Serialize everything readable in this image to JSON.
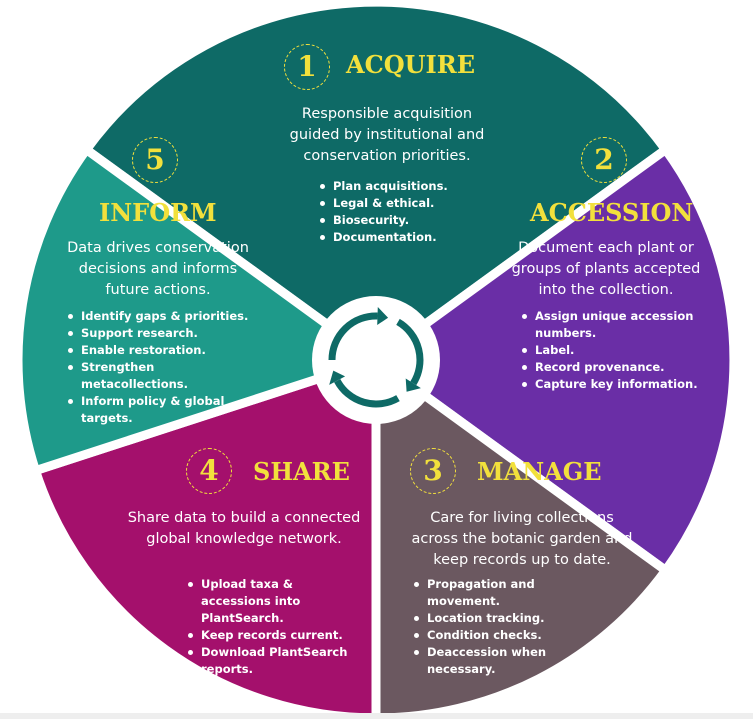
{
  "colors": {
    "acquire": "#0e6a66",
    "accession": "#6a2ea6",
    "manage": "#6b5860",
    "share": "#a4106c",
    "inform": "#1e9a8a",
    "accent_yellow": "#f2e03c",
    "cycle_arrows": "#0e6a66"
  },
  "center": {
    "icon": "cycle-arrows-icon"
  },
  "sections": {
    "acquire": {
      "number": "1",
      "title": "ACQUIRE",
      "description": "Responsible acquisition guided by institutional and conservation priorities.",
      "bullets": [
        "Plan acquisitions.",
        "Legal & ethical.",
        "Biosecurity.",
        "Documentation."
      ]
    },
    "accession": {
      "number": "2",
      "title": "ACCESSION",
      "description": "Document each plant or groups of plants accepted into the collection.",
      "bullets": [
        "Assign unique accession numbers.",
        "Label.",
        "Record provenance.",
        "Capture key information."
      ]
    },
    "manage": {
      "number": "3",
      "title": "MANAGE",
      "description": "Care for living collections across the botanic garden and keep records up to date.",
      "bullets": [
        "Propagation and movement.",
        "Location tracking.",
        "Condition checks.",
        "Deaccession when necessary."
      ]
    },
    "share": {
      "number": "4",
      "title": "SHARE",
      "description": "Share data to build a connected global knowledge network.",
      "bullets": [
        "Upload taxa & accessions into PlantSearch.",
        "Keep records current.",
        "Download PlantSearch reports."
      ]
    },
    "inform": {
      "number": "5",
      "title": "INFORM",
      "description": "Data drives conservation decisions and informs future actions.",
      "bullets": [
        "Identify gaps & priorities.",
        "Support research.",
        "Enable restoration.",
        "Strengthen metacollections.",
        "Inform policy & global targets."
      ]
    }
  }
}
